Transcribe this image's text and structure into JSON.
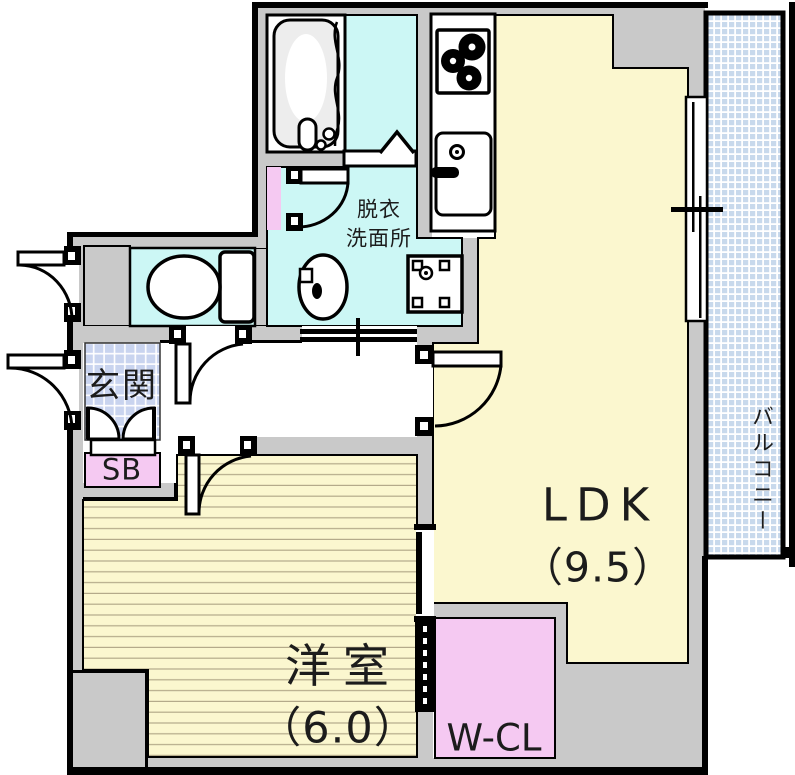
{
  "title": "apartment floor plan",
  "colors": {
    "wall": "#c9c9c9",
    "yellow": "#fbf7cf",
    "cyan": "#ccf7f5",
    "pink": "#f5c9f2",
    "tile": "#c9d4ef",
    "balcony": "#c8d9ec",
    "floorline": "#b3aa8a",
    "tub": "#ededed"
  },
  "rooms": {
    "ldk": {
      "label": "LDK",
      "size": "（9.5）"
    },
    "western_room": {
      "label": "洋室",
      "size": "（6.0）"
    },
    "walk_in_closet": {
      "label": "W-CL"
    },
    "entrance": {
      "label": "玄関"
    },
    "shoe_box": {
      "label": "SB"
    },
    "washroom": {
      "label_line1": "脱衣",
      "label_line2": "洗面所"
    },
    "balcony": {
      "label": "バルコニー"
    }
  },
  "fixtures": [
    "bathtub",
    "bifold-bath-door",
    "toilet",
    "washbasin",
    "washing-machine-pan",
    "gas-stove",
    "kitchen-sink",
    "sliding-window-to-balcony",
    "hinged-doors",
    "shoe-box-double-doors",
    "sliding-door",
    "accordion-closet-door"
  ]
}
